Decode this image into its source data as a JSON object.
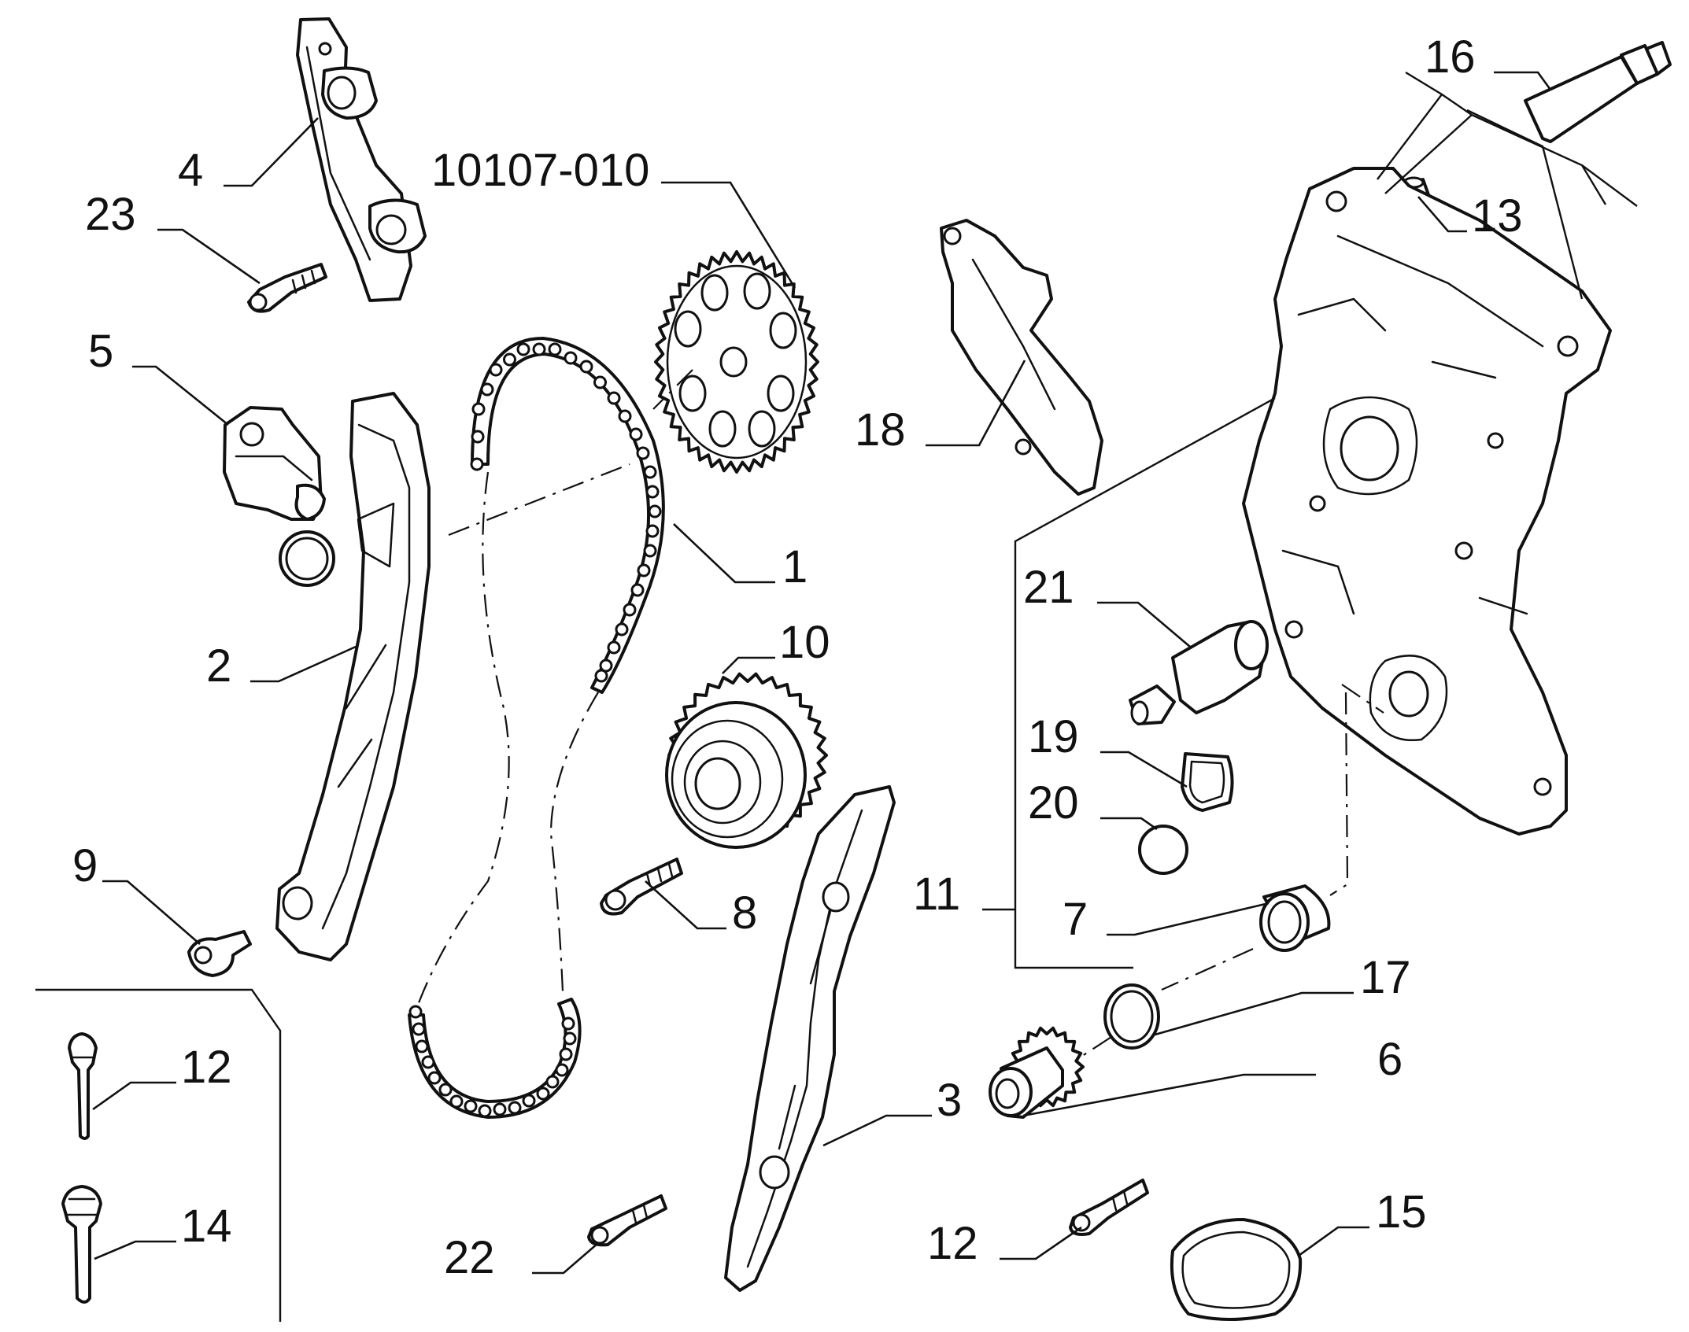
{
  "figure": {
    "kind": "exploded parts diagram",
    "line_color": "#111111",
    "background": "#ffffff"
  },
  "callouts": [
    {
      "id": "c4",
      "text": "4"
    },
    {
      "id": "c23",
      "text": "23"
    },
    {
      "id": "c10107",
      "text": "10107-010"
    },
    {
      "id": "c5",
      "text": "5"
    },
    {
      "id": "c2",
      "text": "2"
    },
    {
      "id": "c1",
      "text": "1"
    },
    {
      "id": "c10",
      "text": "10"
    },
    {
      "id": "c9",
      "text": "9"
    },
    {
      "id": "c8",
      "text": "8"
    },
    {
      "id": "c12a",
      "text": "12"
    },
    {
      "id": "c14",
      "text": "14"
    },
    {
      "id": "c22",
      "text": "22"
    },
    {
      "id": "c3",
      "text": "3"
    },
    {
      "id": "c16",
      "text": "16"
    },
    {
      "id": "c13",
      "text": "13"
    },
    {
      "id": "c18",
      "text": "18"
    },
    {
      "id": "c21",
      "text": "21"
    },
    {
      "id": "c19",
      "text": "19"
    },
    {
      "id": "c20",
      "text": "20"
    },
    {
      "id": "c11",
      "text": "11"
    },
    {
      "id": "c7",
      "text": "7"
    },
    {
      "id": "c17",
      "text": "17"
    },
    {
      "id": "c6",
      "text": "6"
    },
    {
      "id": "c12b",
      "text": "12"
    },
    {
      "id": "c15",
      "text": "15"
    }
  ]
}
